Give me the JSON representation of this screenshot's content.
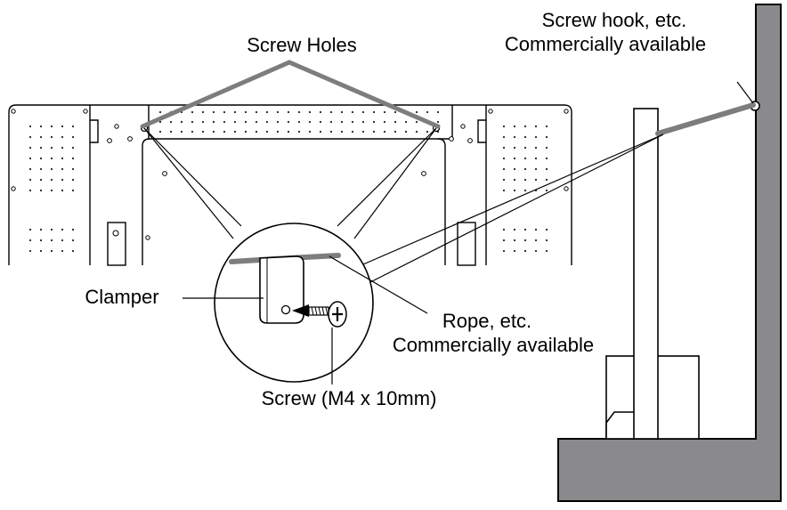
{
  "labels": {
    "screw_holes": "Screw Holes",
    "screw_hook_line1": "Screw hook, etc.",
    "screw_hook_line2": "Commercially available",
    "clamper": "Clamper",
    "rope_line1": "Rope, etc.",
    "rope_line2": "Commercially available",
    "screw": "Screw (M4 x 10mm)"
  },
  "colors": {
    "wall_fill": "#8a8a8c",
    "rope": "#7d7d80",
    "line": "#000000"
  }
}
